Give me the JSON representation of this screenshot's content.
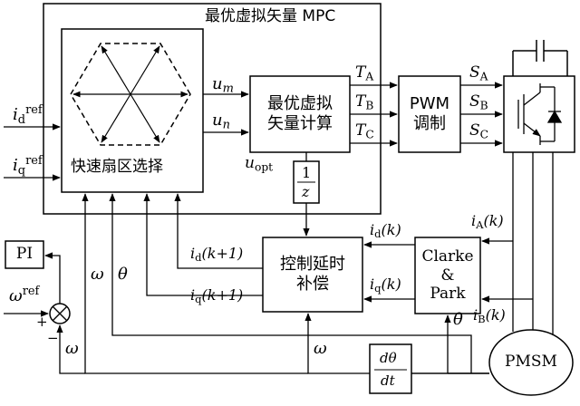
{
  "title": "最优虚拟矢量 MPC",
  "blocks": {
    "sector_select": "快速扇区选择",
    "optimal_calc_line1": "最优虚拟",
    "optimal_calc_line2": "矢量计算",
    "pwm_line1": "PWM",
    "pwm_line2": "调制",
    "delay_line1": "控制延时",
    "delay_line2": "补偿",
    "clarke_line1": "Clarke",
    "clarke_line2": "&",
    "clarke_line3": "Park",
    "pi": "PI",
    "pmsm": "PMSM",
    "unit_delay_num": "1",
    "unit_delay_den": "z",
    "deriv_num": "dθ",
    "deriv_den": "dt"
  },
  "signals": {
    "id_ref": {
      "main": "i",
      "sub": "d",
      "sup": "ref"
    },
    "iq_ref": {
      "main": "i",
      "sub": "q",
      "sup": "ref"
    },
    "um": {
      "main": "u",
      "sub": "m"
    },
    "un": {
      "main": "u",
      "sub": "n"
    },
    "uopt": {
      "main": "u",
      "sub": "opt"
    },
    "TA": {
      "main": "T",
      "sub": "A"
    },
    "TB": {
      "main": "T",
      "sub": "B"
    },
    "TC": {
      "main": "T",
      "sub": "C"
    },
    "SA": {
      "main": "S",
      "sub": "A"
    },
    "SB": {
      "main": "S",
      "sub": "B"
    },
    "SC": {
      "main": "S",
      "sub": "C"
    },
    "idk": {
      "main": "i",
      "sub": "d",
      "tail": "(k)"
    },
    "iqk": {
      "main": "i",
      "sub": "q",
      "tail": "(k)"
    },
    "iAk": {
      "main": "i",
      "sub": "A",
      "tail": "(k)"
    },
    "iBk": {
      "main": "i",
      "sub": "B",
      "tail": "(k)"
    },
    "idk1": {
      "main": "i",
      "sub": "d",
      "tail": "(k+1)"
    },
    "iqk1": {
      "main": "i",
      "sub": "q",
      "tail": "(k+1)"
    },
    "omega_ref": {
      "main": "ω",
      "sup": "ref"
    },
    "omega": "ω",
    "theta": "θ",
    "plus": "+",
    "minus": "−"
  }
}
